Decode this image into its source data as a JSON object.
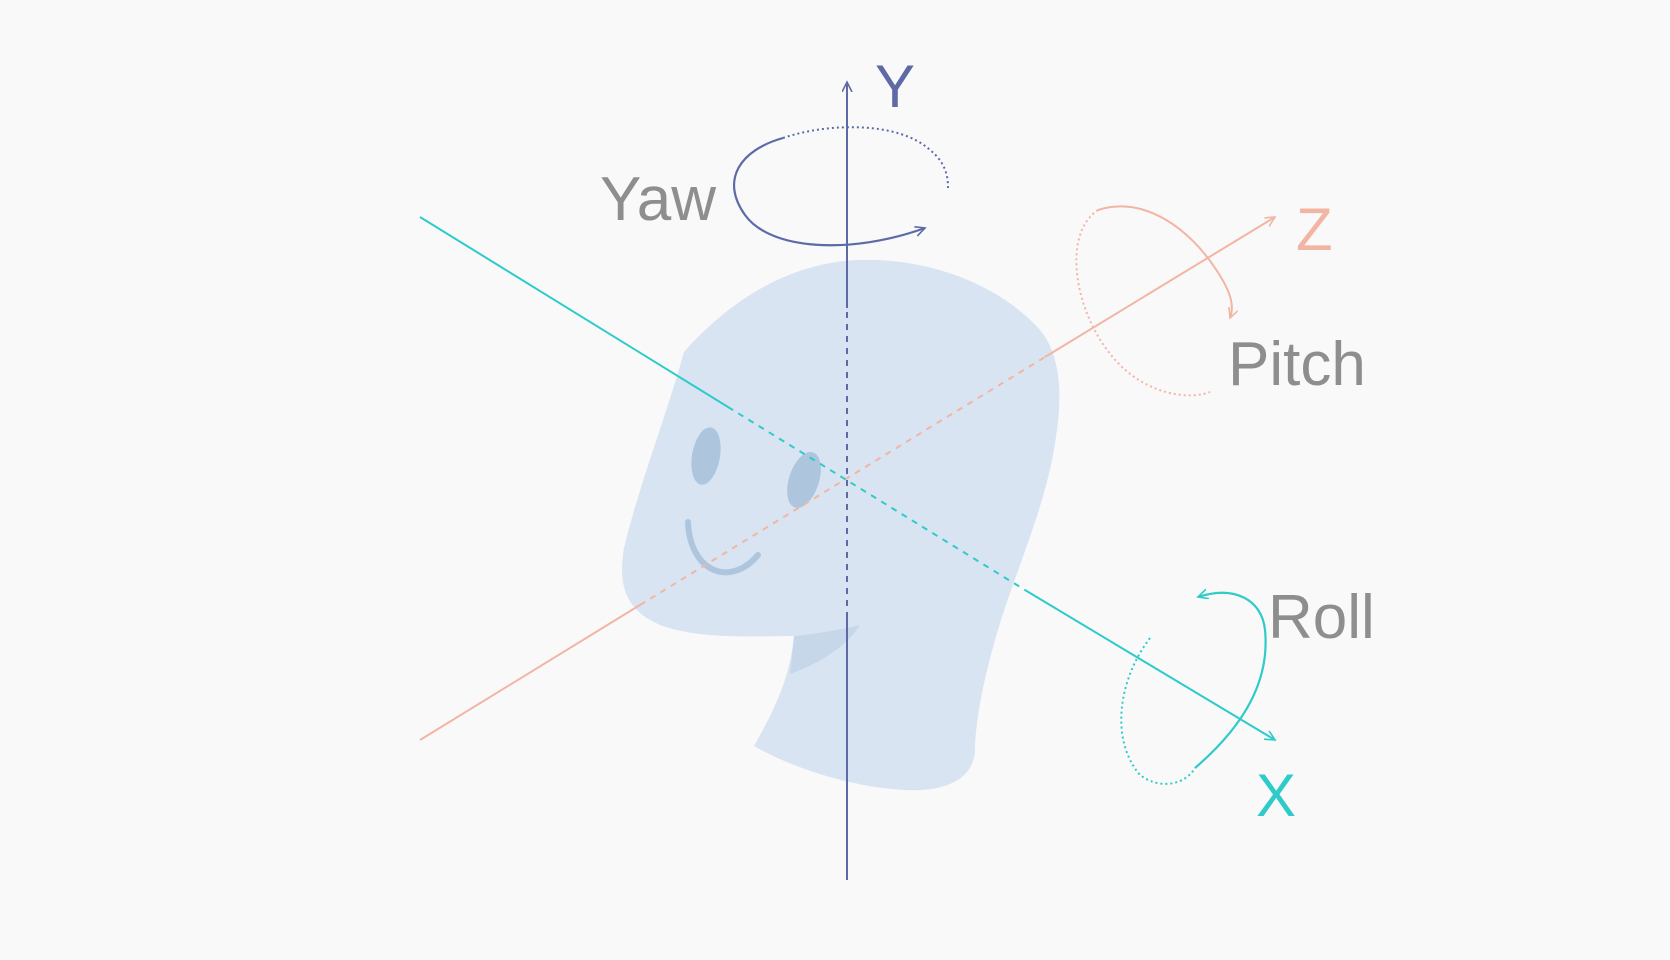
{
  "axes": {
    "y": {
      "label": "Y",
      "color": "#5d6aa6"
    },
    "z": {
      "label": "Z",
      "color": "#f2b5a4"
    },
    "x": {
      "label": "X",
      "color": "#2ecbc9"
    }
  },
  "rotations": {
    "yaw": {
      "label": "Yaw",
      "color": "#8e8e8e"
    },
    "pitch": {
      "label": "Pitch",
      "color": "#8e8e8e"
    },
    "roll": {
      "label": "Roll",
      "color": "#8e8e8e"
    }
  },
  "head": {
    "icon": "human-head-profile-icon",
    "fill": "#d8e4f1",
    "feature_color": "#aec6dd"
  },
  "background": "#f9f9fa"
}
